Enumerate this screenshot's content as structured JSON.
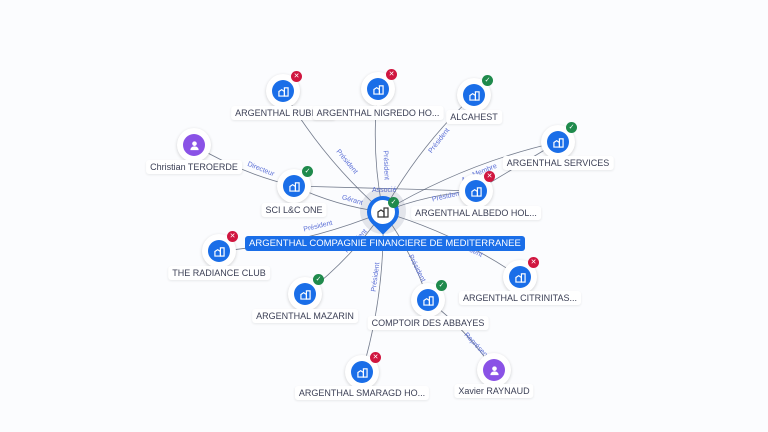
{
  "center": {
    "label": "ARGENTHAL COMPAGNIE FINANCIERE DE MEDITERRANEE",
    "icon": "building-icon",
    "status": "active"
  },
  "nodes": [
    {
      "id": "rubedo",
      "label": "ARGENTHAL RUBEDO",
      "type": "company",
      "status": "inactive",
      "edge_label": "Président"
    },
    {
      "id": "nigredo",
      "label": "ARGENTHAL NIGREDO HO...",
      "type": "company",
      "status": "inactive",
      "edge_label": "Président"
    },
    {
      "id": "alcahest",
      "label": "ALCAHEST",
      "type": "company",
      "status": "active",
      "edge_label": "Président"
    },
    {
      "id": "services",
      "label": "ARGENTHAL SERVICES",
      "type": "company",
      "status": "active",
      "edge_label": "Membre"
    },
    {
      "id": "teroerde",
      "label": "Christian TEROERDE",
      "type": "person",
      "status": "",
      "edge_label": "Directeur"
    },
    {
      "id": "scilc",
      "label": "SCI L&C ONE",
      "type": "company",
      "status": "active",
      "edge_label": "Gérant"
    },
    {
      "id": "albedo",
      "label": "ARGENTHAL ALBEDO HOL...",
      "type": "company",
      "status": "inactive",
      "edge_label": "Président"
    },
    {
      "id": "radiance",
      "label": "THE RADIANCE CLUB",
      "type": "company",
      "status": "inactive",
      "edge_label": "Président"
    },
    {
      "id": "mazarin",
      "label": "ARGENTHAL MAZARIN",
      "type": "company",
      "status": "active",
      "edge_label": "Président"
    },
    {
      "id": "citrinitas",
      "label": "ARGENTHAL CITRINITAS...",
      "type": "company",
      "status": "inactive",
      "edge_label": "Président"
    },
    {
      "id": "abbayes",
      "label": "COMPTOIR DES ABBAYES",
      "type": "company",
      "status": "active",
      "edge_label": "Président"
    },
    {
      "id": "smaragd",
      "label": "ARGENTHAL SMARAGD HO...",
      "type": "company",
      "status": "inactive",
      "edge_label": "Président"
    },
    {
      "id": "raynaud",
      "label": "Xavier RAYNAUD",
      "type": "person",
      "status": "",
      "edge_label": "Représentant"
    }
  ],
  "extra_edge_labels": {
    "associe": "Associé",
    "membre_services": "Membre",
    "gerant_scilc": "Gérant"
  }
}
